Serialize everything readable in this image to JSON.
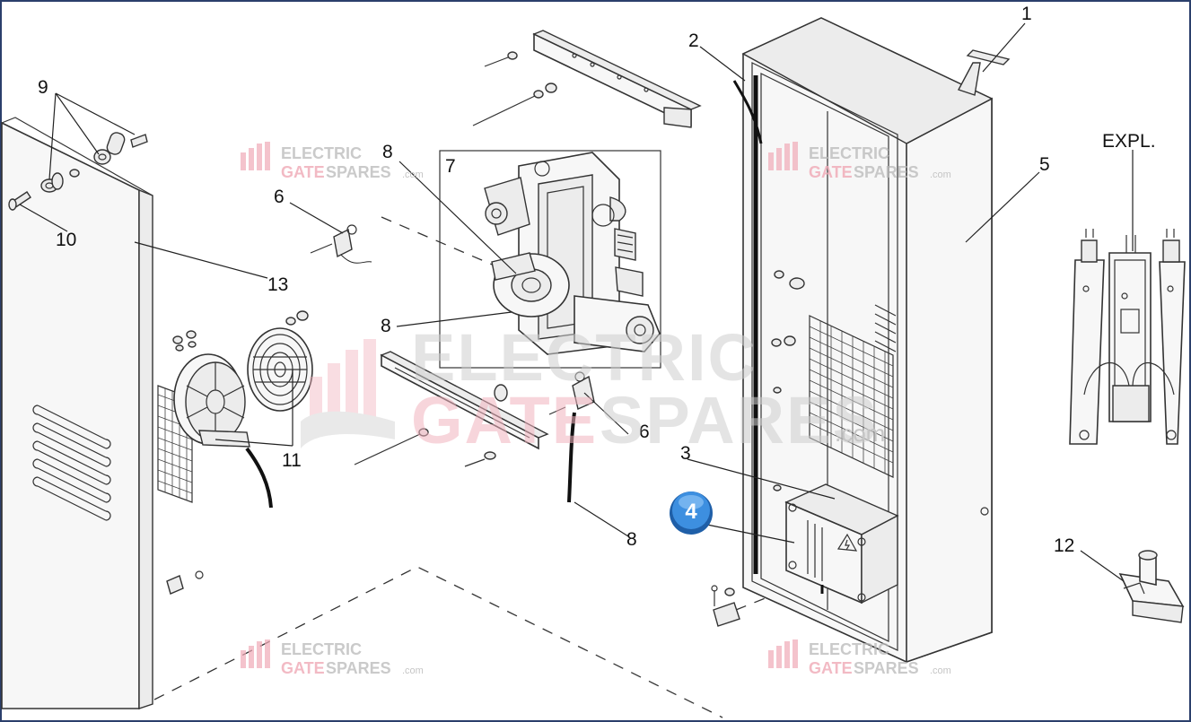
{
  "callouts": {
    "c1": "1",
    "c2": "2",
    "c3": "3",
    "c5": "5",
    "c6a": "6",
    "c6b": "6",
    "c7": "7",
    "c8a": "8",
    "c8b": "8",
    "c8c": "8",
    "c9": "9",
    "c10": "10",
    "c11": "11",
    "c12": "12",
    "c13": "13",
    "expl": "EXPL."
  },
  "highlight": {
    "number": "4",
    "color": "#2f7fd6"
  },
  "watermark": {
    "line1": "ELECTRIC",
    "line2a": "GATE",
    "line2b": "SPARES",
    "suffix": ".com",
    "accent_color": "#e8566f"
  },
  "colors": {
    "frame": "#2b3f6b",
    "ink": "#333333"
  }
}
